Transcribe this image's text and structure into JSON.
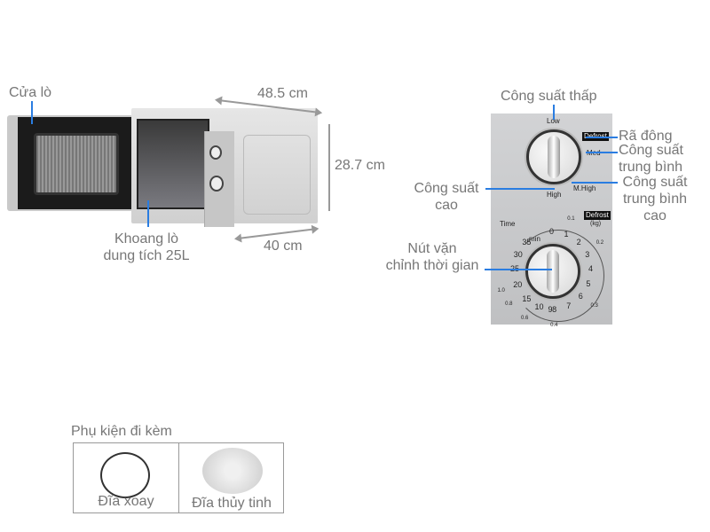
{
  "labels": {
    "door": "Cửa lò",
    "cavity": [
      "Khoang lò",
      "dung tích 25L"
    ],
    "width": "48.5 cm",
    "height": "28.7 cm",
    "depth": "40 cm",
    "low_power": "Công suất thấp",
    "defrost": "Rã đông",
    "medium_power": [
      "Công suất",
      "trung bình"
    ],
    "medium_high_power": [
      "Công suất",
      "trung bình",
      "cao"
    ],
    "high_power": [
      "Công suất",
      "cao"
    ],
    "timer_knob": [
      "Nút vặn",
      "chỉnh thời gian"
    ]
  },
  "panel": {
    "power_marks": {
      "low": "Low",
      "defrost": "Defrost",
      "med": "Med",
      "mhigh": "M.High",
      "high": "High"
    },
    "time_label": "Time",
    "min_label": "min",
    "defrost_label": "Defrost",
    "kg_label": "(kg)",
    "minutes": [
      "0",
      "1",
      "2",
      "3",
      "4",
      "5",
      "6",
      "7",
      "8",
      "9",
      "10",
      "15",
      "20",
      "25",
      "30",
      "35"
    ],
    "weights": [
      "0.1",
      "0.2",
      "0.3",
      "0.4",
      "0.6",
      "0.8",
      "1.0"
    ]
  },
  "accessories": {
    "title": "Phụ kiện đi kèm",
    "items": [
      {
        "label": "Đĩa xoay"
      },
      {
        "label": "Đĩa thủy tinh"
      }
    ]
  }
}
